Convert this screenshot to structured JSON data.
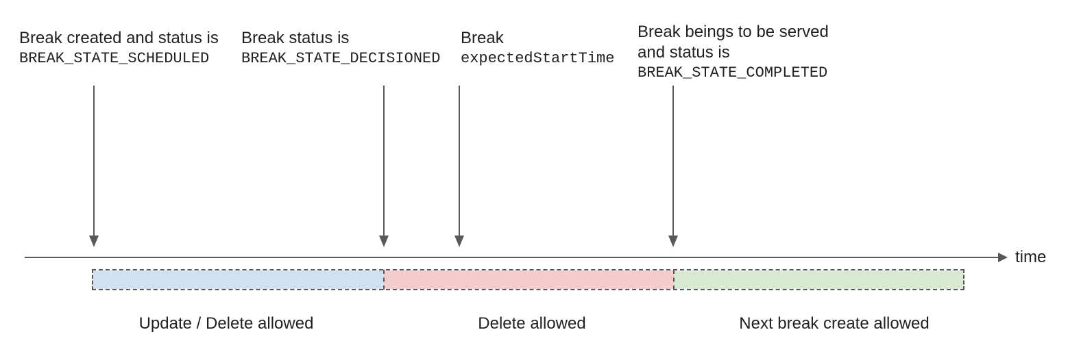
{
  "diagram": {
    "annotations": [
      {
        "lines": [
          "Break created and status is",
          "BREAK_STATE_SCHEDULED"
        ]
      },
      {
        "lines": [
          "Break status is",
          "BREAK_STATE_DECISIONED"
        ]
      },
      {
        "lines": [
          "Break",
          "expectedStartTime"
        ]
      },
      {
        "lines": [
          "Break beings to be served",
          "and status is",
          "BREAK_STATE_COMPLETED"
        ]
      }
    ],
    "axis": {
      "label": "time"
    },
    "segments": [
      {
        "label": "Update / Delete allowed",
        "fill": "#cfe2f3"
      },
      {
        "label": "Delete allowed",
        "fill": "#f4cccc"
      },
      {
        "label": "Next break create allowed",
        "fill": "#d9ead3"
      }
    ],
    "colors": {
      "text": "#202124",
      "line_gray": "#56595b",
      "border_dash": "#56595b",
      "background": "#ffffff"
    }
  }
}
